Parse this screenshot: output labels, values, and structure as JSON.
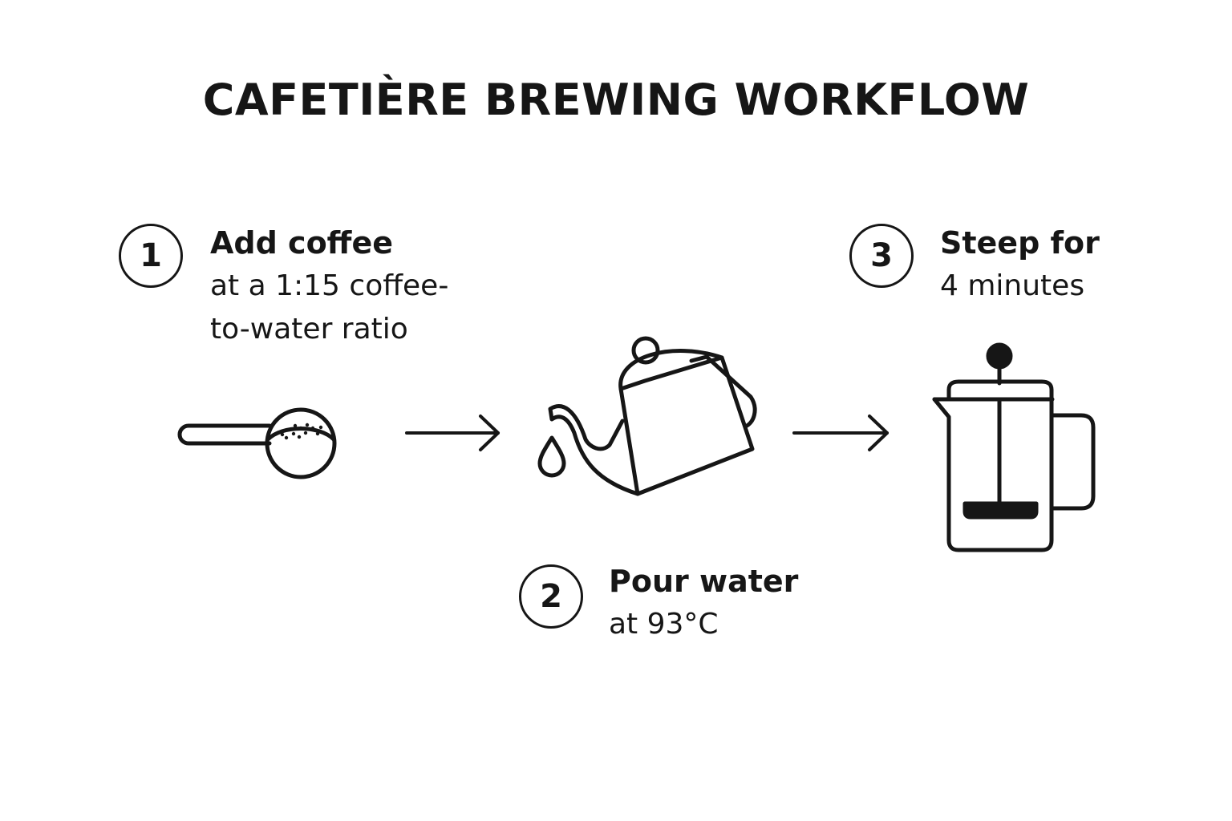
{
  "title": "CAFETIÈRE BREWING WORKFLOW",
  "steps": [
    {
      "number": "1",
      "heading": "Add coffee",
      "body": "at a 1:15 coffee-\nto-water ratio",
      "icon": "measuring-scoop-icon"
    },
    {
      "number": "2",
      "heading": "Pour water",
      "body": "at 93°C",
      "icon": "gooseneck-kettle-icon"
    },
    {
      "number": "3",
      "heading": "Steep for",
      "body": "4 minutes",
      "icon": "french-press-icon"
    }
  ],
  "connectors": [
    "arrow-right-icon",
    "arrow-right-icon"
  ],
  "colors": {
    "ink": "#161616",
    "background": "#ffffff"
  }
}
